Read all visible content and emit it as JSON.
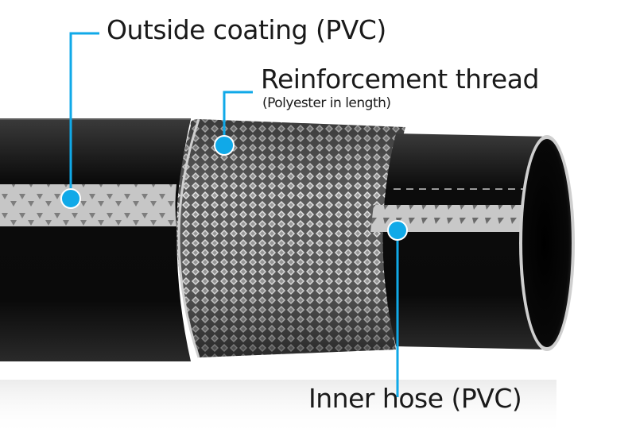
{
  "labels": {
    "outside": "Outside coating (PVC)",
    "reinforcement": "Reinforcement thread",
    "reinforcement_sub": "(Polyester in length)",
    "inner": "Inner hose (PVC)"
  },
  "colors": {
    "accent": "#10a9e8",
    "hose": "#111111",
    "stripe": "#bdbdbd",
    "braid": "#8a8a8a"
  }
}
